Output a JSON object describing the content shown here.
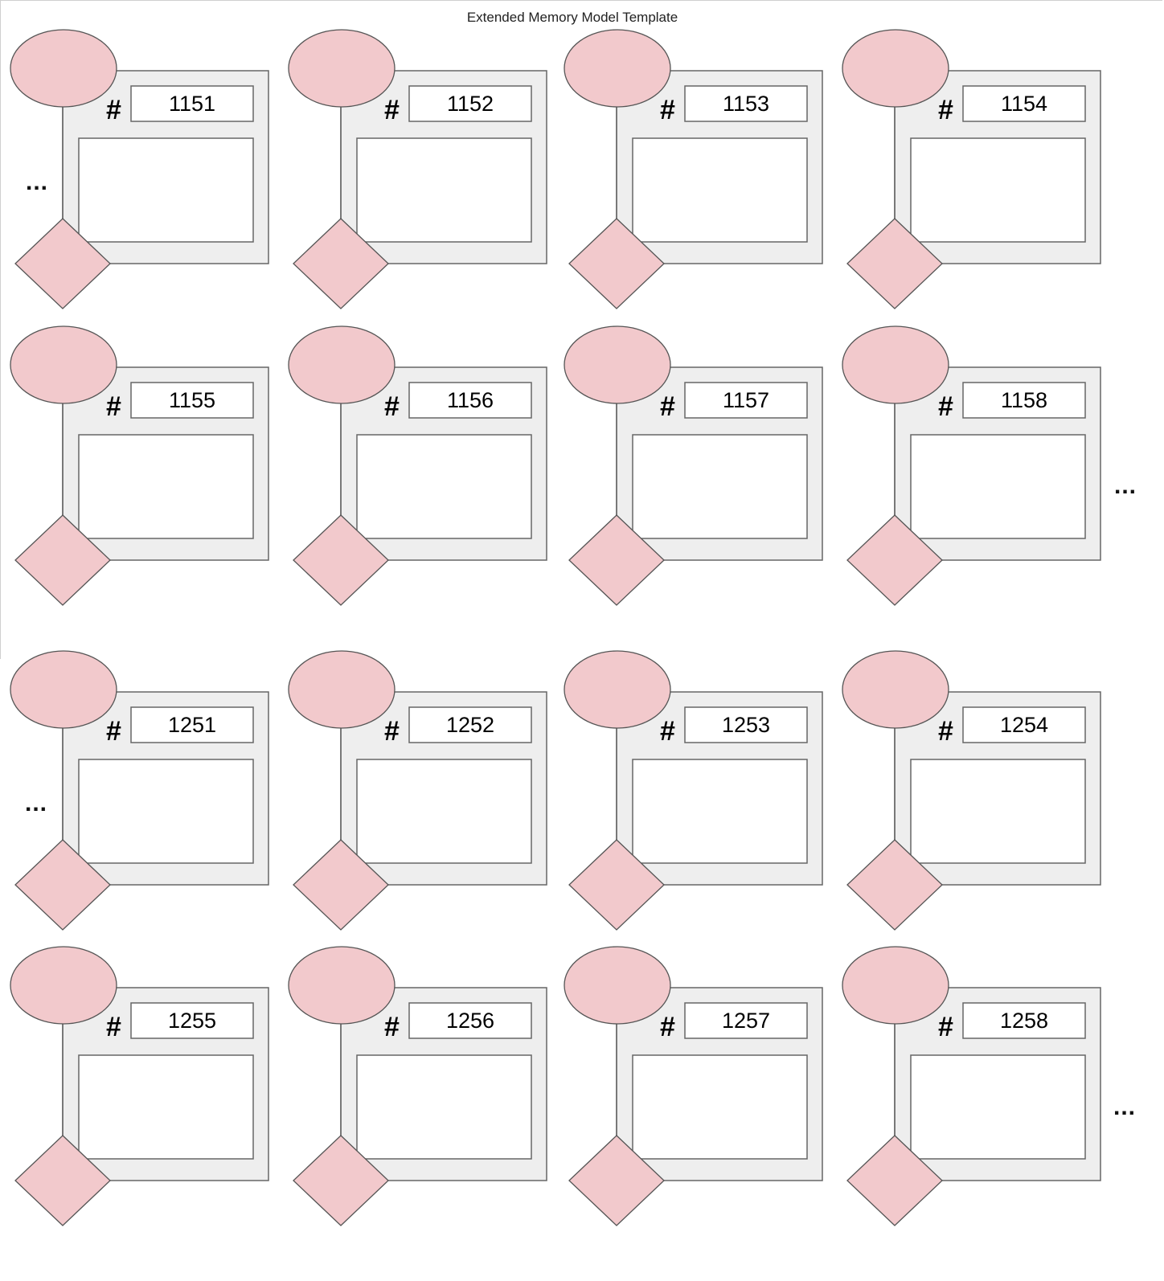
{
  "title": "Extended Memory Model Template",
  "colors": {
    "node_fill": "#f2c9cc",
    "node_stroke": "#555555",
    "frame_fill": "#eeeeee",
    "frame_stroke": "#666666",
    "box_fill": "#ffffff"
  },
  "hash_symbol": "#",
  "ellipsis": "...",
  "sections": [
    {
      "rows": [
        {
          "cells": [
            {
              "address": "1151"
            },
            {
              "address": "1152"
            },
            {
              "address": "1153"
            },
            {
              "address": "1154"
            }
          ]
        },
        {
          "cells": [
            {
              "address": "1155"
            },
            {
              "address": "1156"
            },
            {
              "address": "1157"
            },
            {
              "address": "1158"
            }
          ]
        }
      ]
    },
    {
      "rows": [
        {
          "cells": [
            {
              "address": "1251"
            },
            {
              "address": "1252"
            },
            {
              "address": "1253"
            },
            {
              "address": "1254"
            }
          ]
        },
        {
          "cells": [
            {
              "address": "1255"
            },
            {
              "address": "1256"
            },
            {
              "address": "1257"
            },
            {
              "address": "1258"
            }
          ]
        }
      ]
    }
  ]
}
